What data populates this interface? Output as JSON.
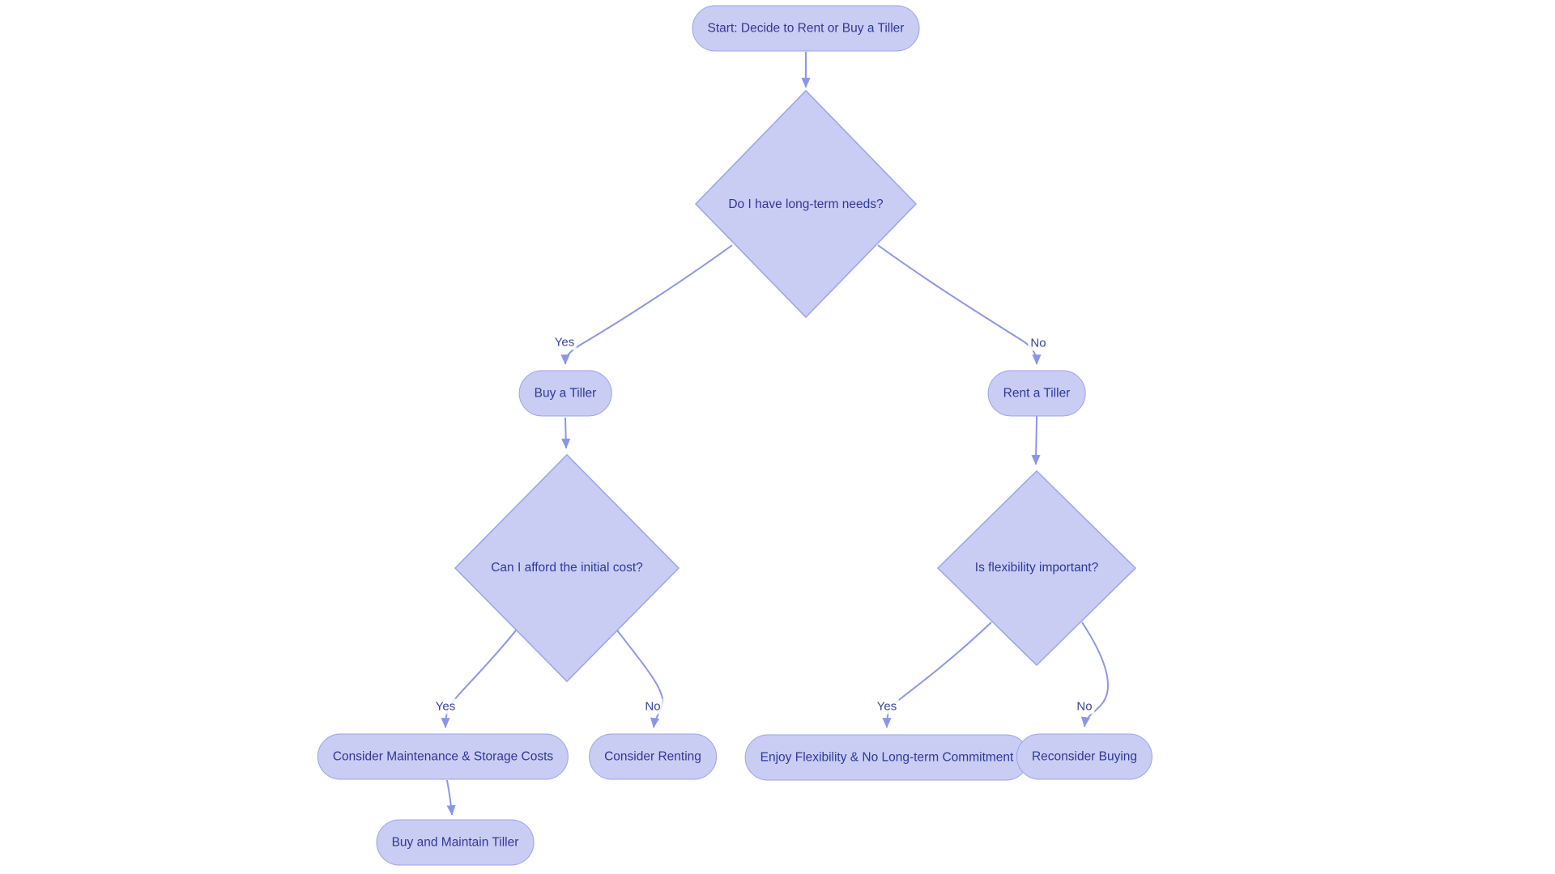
{
  "diagram": {
    "nodes": {
      "start": {
        "label": "Start: Decide to Rent or Buy a Tiller"
      },
      "long_term": {
        "label": "Do I have long-term needs?"
      },
      "buy": {
        "label": "Buy a Tiller"
      },
      "rent": {
        "label": "Rent a Tiller"
      },
      "afford": {
        "label": "Can I afford the initial cost?"
      },
      "flexibility": {
        "label": "Is flexibility important?"
      },
      "consider_costs": {
        "label": "Consider Maintenance & Storage Costs"
      },
      "consider_renting": {
        "label": "Consider Renting"
      },
      "enjoy_flex": {
        "label": "Enjoy Flexibility & No Long-term Commitment"
      },
      "reconsider": {
        "label": "Reconsider Buying"
      },
      "buy_maintain": {
        "label": "Buy and Maintain Tiller"
      }
    },
    "edge_labels": {
      "long_term_yes": "Yes",
      "long_term_no": "No",
      "afford_yes": "Yes",
      "afford_no": "No",
      "flex_yes": "Yes",
      "flex_no": "No"
    },
    "colors": {
      "node_fill": "#c9cdf4",
      "node_border": "#9aa3ec",
      "node_text": "#2e3898",
      "edge": "#8b96e8",
      "edge_label_text": "#3a439f",
      "background": "#ffffff"
    }
  }
}
